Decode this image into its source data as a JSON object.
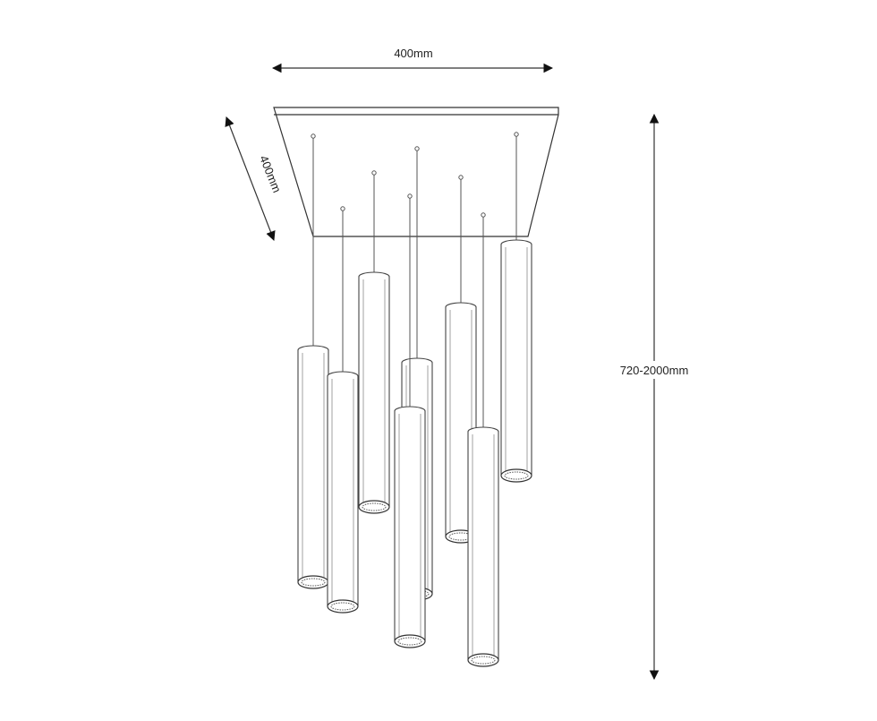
{
  "dimensions": {
    "width_label": "400mm",
    "depth_label": "400mm",
    "height_label": "720-2000mm"
  },
  "pendants": [
    {
      "id": "p1"
    },
    {
      "id": "p2"
    },
    {
      "id": "p3"
    },
    {
      "id": "p4"
    },
    {
      "id": "p5"
    },
    {
      "id": "p6"
    },
    {
      "id": "p7"
    },
    {
      "id": "p8"
    }
  ],
  "colors": {
    "stroke": "#333333",
    "background": "#ffffff"
  }
}
